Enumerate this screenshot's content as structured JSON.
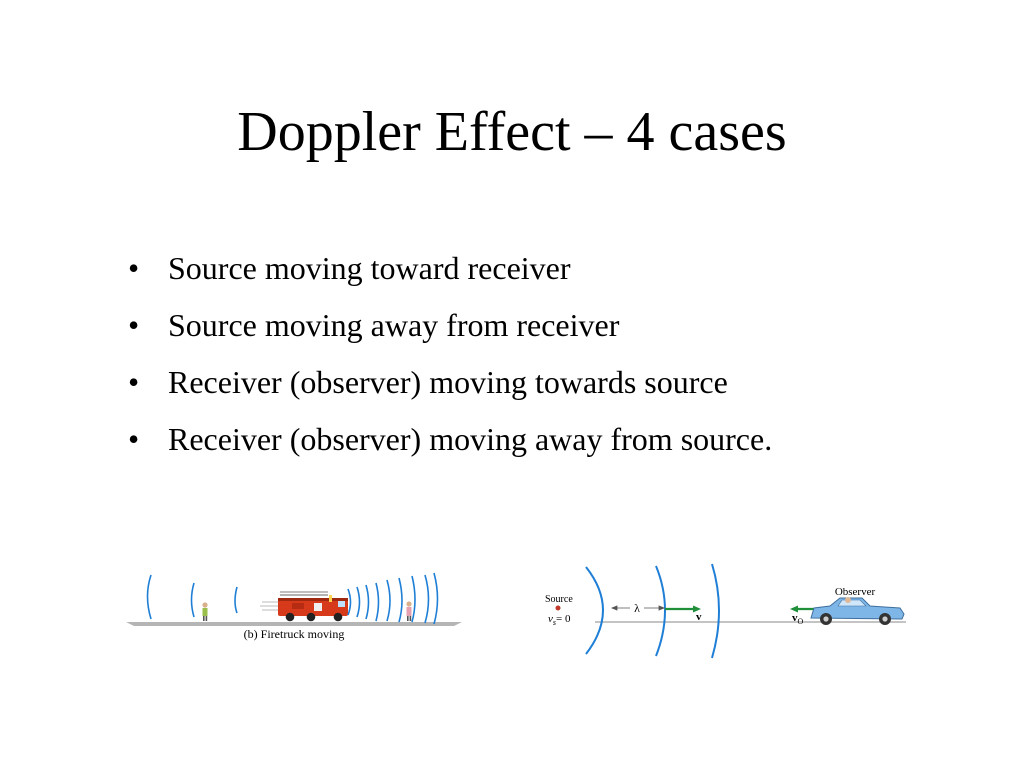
{
  "slide": {
    "title": "Doppler Effect – 4 cases",
    "bullet_symbol": "•",
    "bullets": [
      "Source moving toward receiver",
      "Source moving away from receiver",
      "Receiver (observer) moving towards source",
      "Receiver (observer) moving away from source."
    ]
  },
  "figures": {
    "firetruck": {
      "caption": "(b) Firetruck moving"
    },
    "observer": {
      "source_label": "Source",
      "source_velocity": "v",
      "source_velocity_sub": "s",
      "source_velocity_value": "= 0",
      "wavelength_label": "λ",
      "wave_velocity": "v",
      "observer_label": "Observer",
      "observer_velocity": "v",
      "observer_velocity_sub": "O"
    }
  },
  "colors": {
    "wavefront": "#1f7fd6",
    "arrow": "#1f8f3a",
    "truck": "#d63a1a",
    "car": "#7fb6e8",
    "ground": "#b5b5b5"
  }
}
